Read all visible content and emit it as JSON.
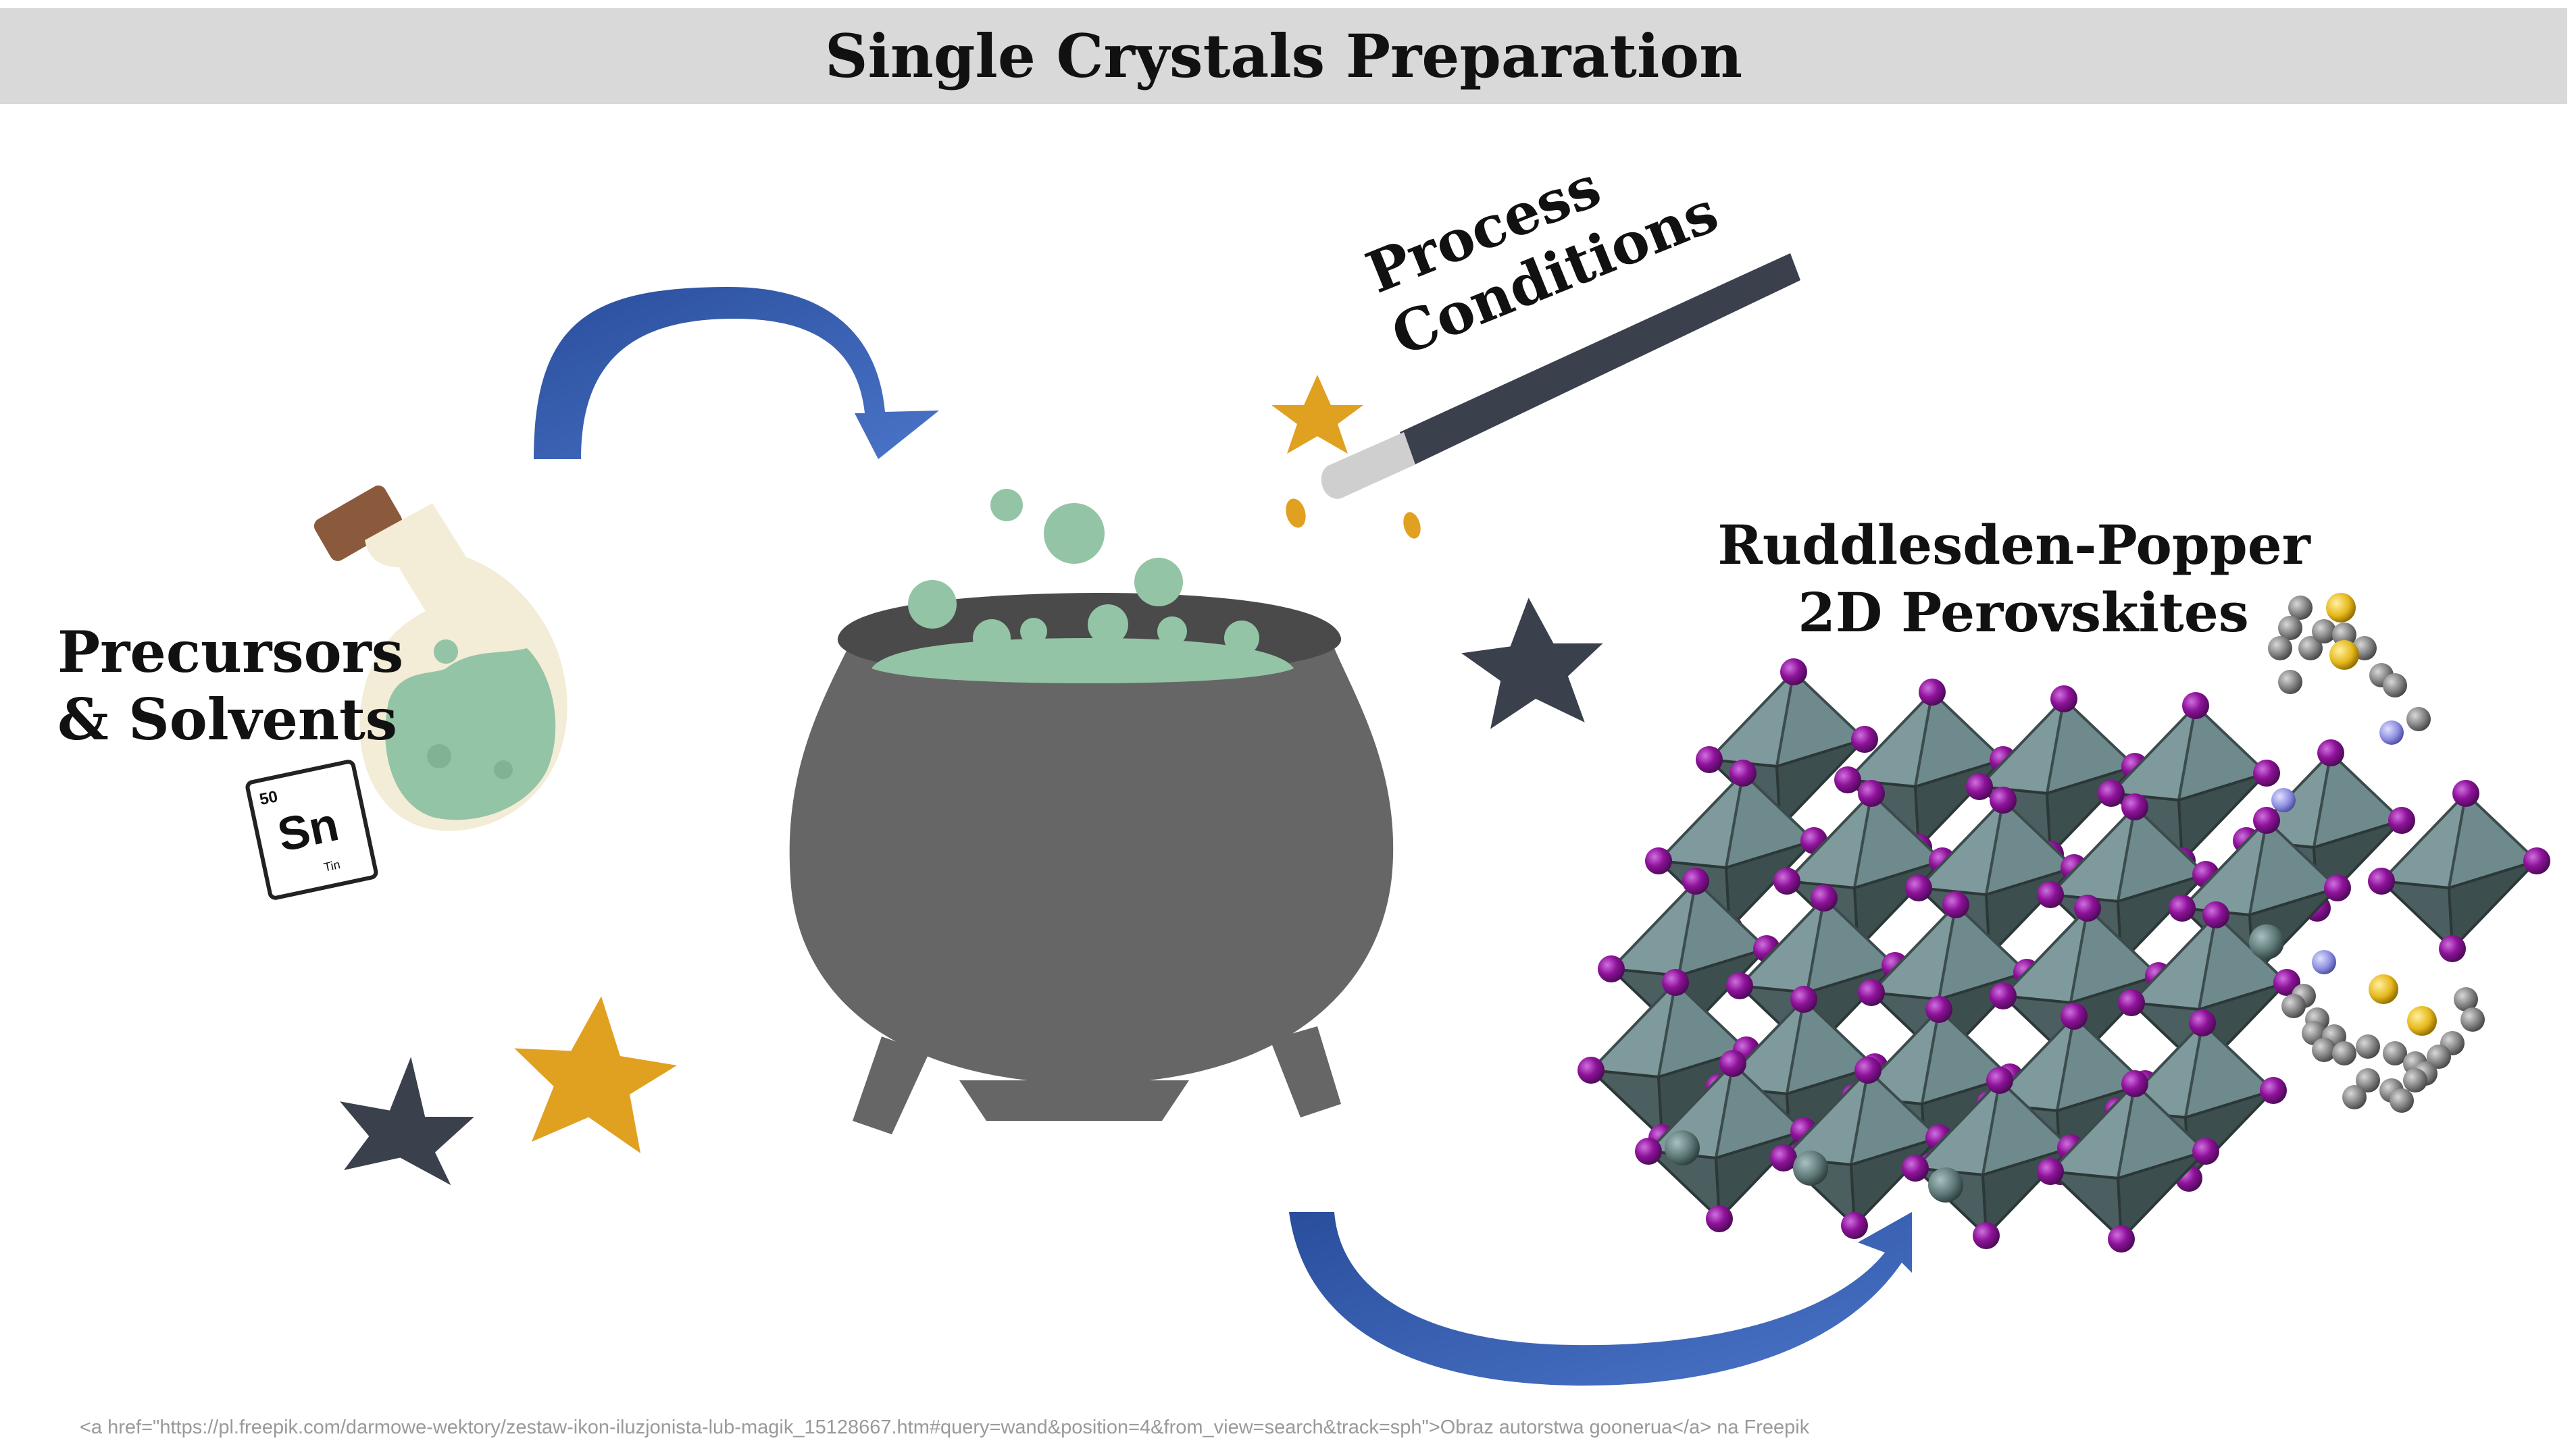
{
  "title": "Single Crystals Preparation",
  "labels": {
    "precursors_line1": "Precursors",
    "precursors_line2": "& Solvents",
    "process_line1": "Process",
    "process_line2": "Conditions",
    "product_line1": "Ruddlesden-Popper",
    "product_line2": "2D Perovskites"
  },
  "element_tile": {
    "number": "50",
    "symbol": "Sn",
    "name": "Tin"
  },
  "credit": "<a href=\"https://pl.freepik.com/darmowe-wektory/zestaw-ikon-iluzjonista-lub-magik_15128667.htm#query=wand&position=4&from_view=search&track=sph\">Obraz autorstwa goonerua</a> na Freepik",
  "icons": [
    "flask-icon",
    "cauldron-icon",
    "magic-wand-icon",
    "star-icon",
    "curved-arrow-icon",
    "crystal-structure-icon"
  ],
  "colors": {
    "arrow": "#3a5fae",
    "star_gold": "#e0a020",
    "star_dark": "#3a404c",
    "cauldron": "#666666",
    "potion": "#93c4a5",
    "octahedron": "#6e8a8c",
    "iodine_atom": "#8e1299",
    "carbon_atom": "#7f7f7f",
    "sulfur_atom": "#e6b81c",
    "nitrogen_atom": "#8f90e0"
  }
}
